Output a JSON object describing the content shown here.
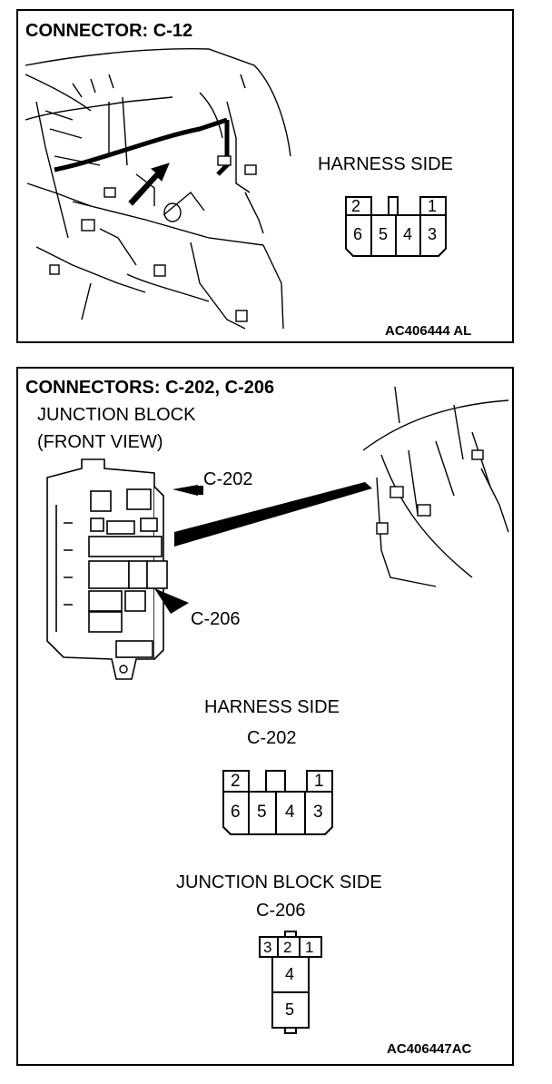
{
  "panel1": {
    "title": "CONNECTOR: C-12",
    "harness_side_label": "HARNESS SIDE",
    "connector_pins_top": [
      "2",
      "",
      "1"
    ],
    "connector_pins_bottom": [
      "6",
      "5",
      "4",
      "3"
    ],
    "figure_code": "AC406444 AL"
  },
  "panel2": {
    "title": "CONNECTORS: C-202, C-206",
    "junction_block_line1": "JUNCTION BLOCK",
    "junction_block_line2": "(FRONT VIEW)",
    "callout_c202": "C-202",
    "callout_c206": "C-206",
    "harness_side_label": "HARNESS SIDE",
    "harness_connector_id": "C-202",
    "c202_pins_top": [
      "2",
      "",
      "1"
    ],
    "c202_pins_bottom": [
      "6",
      "5",
      "4",
      "3"
    ],
    "junction_side_label": "JUNCTION BLOCK SIDE",
    "junction_connector_id": "C-206",
    "c206_pins_top": [
      "3",
      "2",
      "1"
    ],
    "c206_pin_middle": "4",
    "c206_pin_bottom": "5",
    "figure_code": "AC406447AC"
  }
}
